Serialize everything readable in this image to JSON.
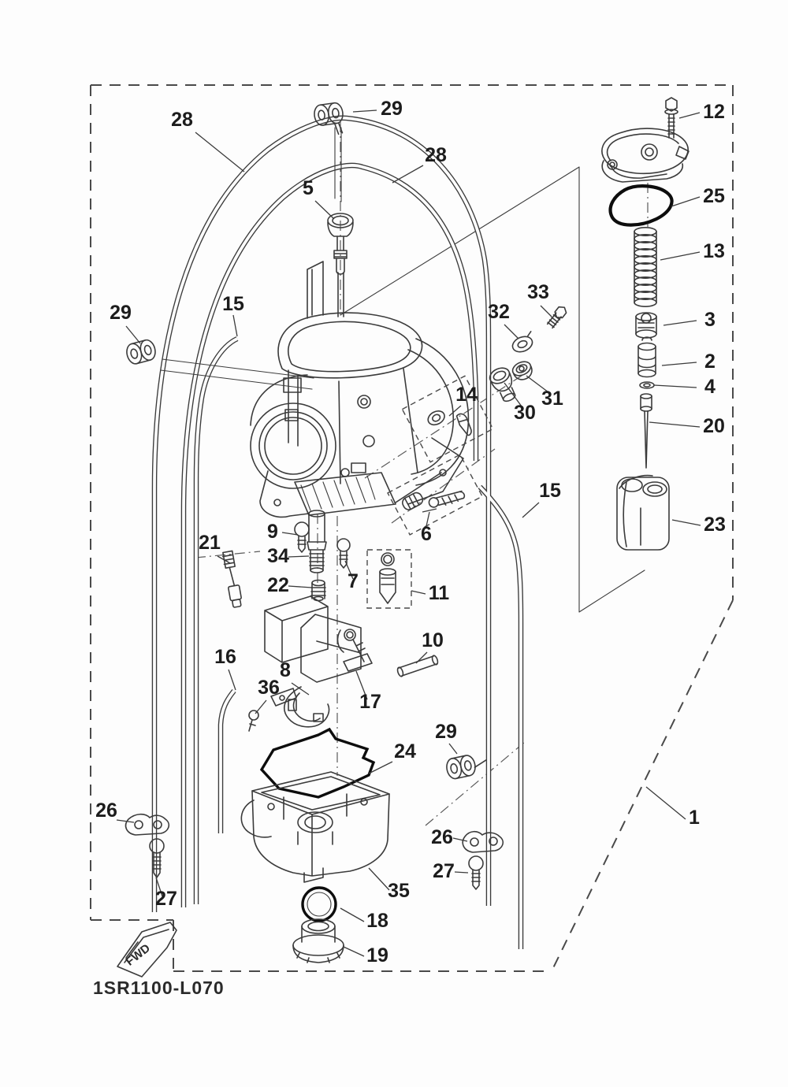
{
  "diagram": {
    "code": "1SR1100-L070",
    "fwd_label": "FWD",
    "callouts": [
      {
        "part": "28"
      },
      {
        "part": "29"
      },
      {
        "part": "12"
      },
      {
        "part": "28"
      },
      {
        "part": "5"
      },
      {
        "part": "25"
      },
      {
        "part": "13"
      },
      {
        "part": "29"
      },
      {
        "part": "15"
      },
      {
        "part": "32"
      },
      {
        "part": "33"
      },
      {
        "part": "3"
      },
      {
        "part": "2"
      },
      {
        "part": "31"
      },
      {
        "part": "4"
      },
      {
        "part": "30"
      },
      {
        "part": "14"
      },
      {
        "part": "20"
      },
      {
        "part": "15"
      },
      {
        "part": "23"
      },
      {
        "part": "6"
      },
      {
        "part": "21"
      },
      {
        "part": "9"
      },
      {
        "part": "34"
      },
      {
        "part": "7"
      },
      {
        "part": "22"
      },
      {
        "part": "11"
      },
      {
        "part": "16"
      },
      {
        "part": "8"
      },
      {
        "part": "36"
      },
      {
        "part": "17"
      },
      {
        "part": "10"
      },
      {
        "part": "24"
      },
      {
        "part": "29"
      },
      {
        "part": "26"
      },
      {
        "part": "27"
      },
      {
        "part": "26"
      },
      {
        "part": "27"
      },
      {
        "part": "35"
      },
      {
        "part": "18"
      },
      {
        "part": "19"
      },
      {
        "part": "1"
      }
    ]
  },
  "colors": {
    "line": "#3b3b3b",
    "label": "#1c1c1c",
    "border_dash": "#4a4a4a",
    "gasket": "#0d0d0d",
    "background": "#fdfdfd"
  }
}
